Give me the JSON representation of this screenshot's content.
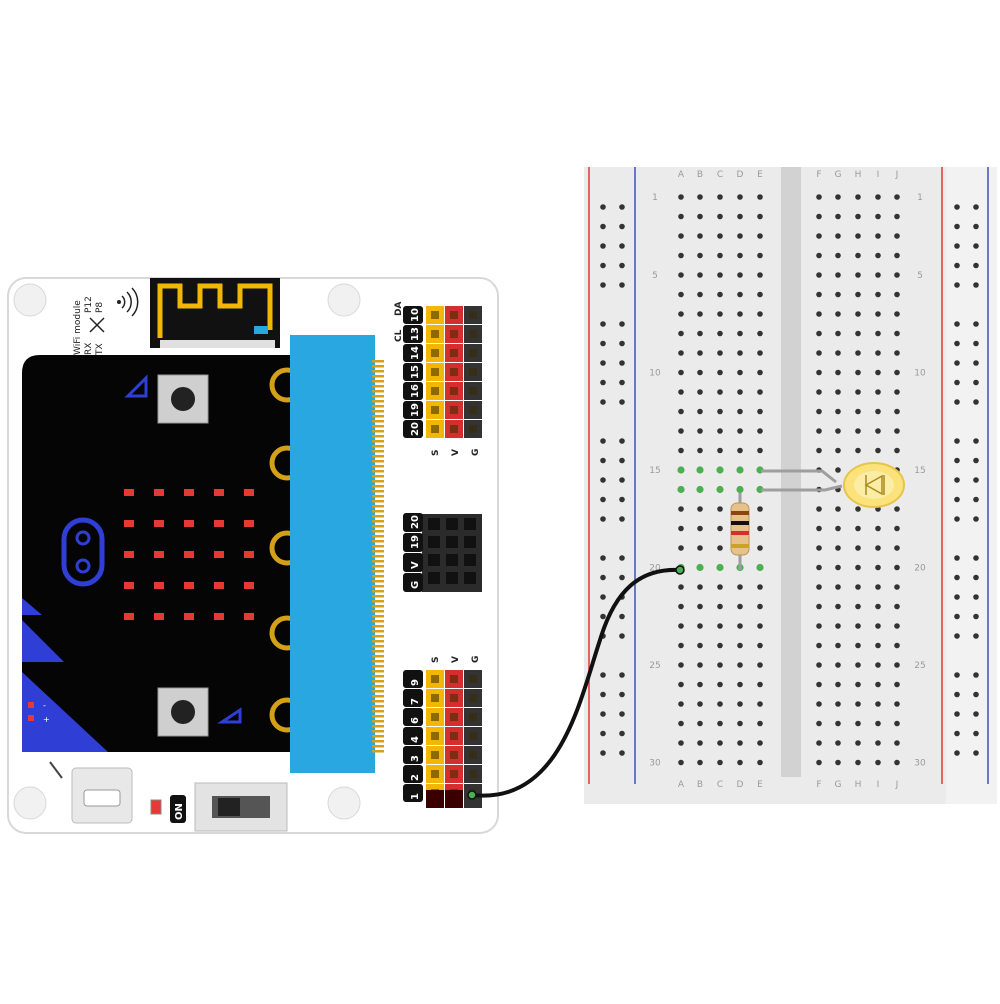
{
  "colors": {
    "board": "#ffffff",
    "board_edge": "#d8d8d8",
    "microbit": "#050505",
    "edge_connector": "#29a7e1",
    "gold": "#d4a017",
    "led": "#e53935",
    "accent_blue": "#2f3fd6",
    "pin_yellow": "#f2b705",
    "pin_red": "#d32f2f",
    "pin_black": "#333333",
    "breadboard": "#ebebeb",
    "rail_red": "#e53935",
    "rail_blue": "#3f51b5",
    "hole": "#333333",
    "hole_active": "#4caf50",
    "wire": "#111111",
    "led_yellow": "#fbe27a"
  },
  "expansion_board": {
    "wifi_label": "WiFi module",
    "wifi_rx": "RX",
    "wifi_tx": "TX",
    "wifi_p12": "P12",
    "wifi_p8": "P8",
    "top_header_labels": [
      "CL",
      "DA"
    ],
    "top_pins": [
      "10",
      "13",
      "14",
      "15",
      "16",
      "19",
      "20"
    ],
    "top_sig": [
      "S",
      "V",
      "G"
    ],
    "i2c_pins": [
      "G",
      "V",
      "19",
      "20"
    ],
    "bottom_sig": [
      "S",
      "V",
      "G"
    ],
    "bottom_pins": [
      "1",
      "2",
      "3",
      "4",
      "6",
      "7",
      "9"
    ],
    "power_label": "ON",
    "battery_minus": "-",
    "battery_plus": "+"
  },
  "breadboard": {
    "left_columns": [
      "A",
      "B",
      "C",
      "D",
      "E"
    ],
    "right_columns": [
      "F",
      "G",
      "H",
      "I",
      "J"
    ],
    "row_labels": [
      "1",
      "5",
      "10",
      "15",
      "20",
      "25",
      "30"
    ]
  }
}
